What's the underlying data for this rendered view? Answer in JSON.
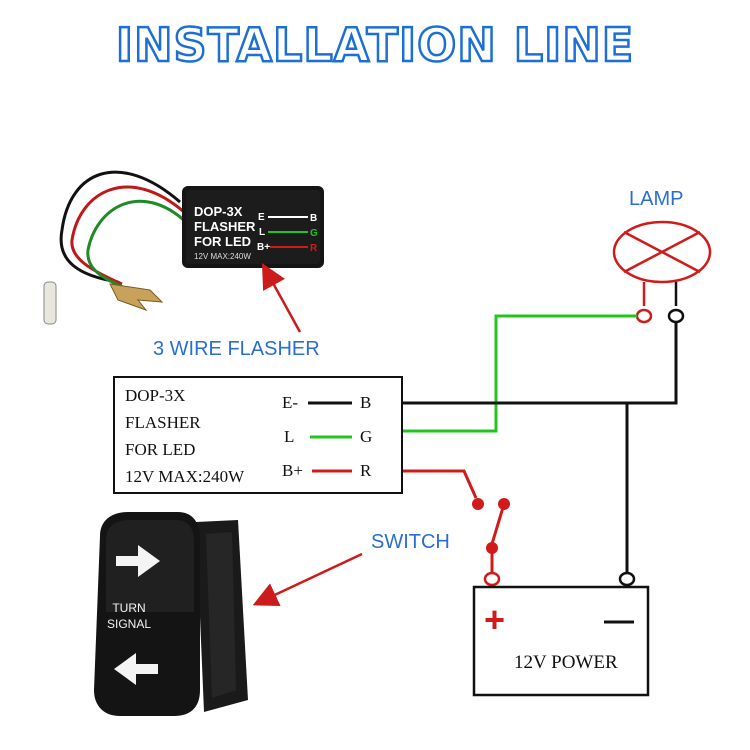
{
  "title": "INSTALLATION LINE",
  "labels": {
    "lamp": "LAMP",
    "flasher_photo": "3 WIRE FLASHER",
    "switch": "SWITCH",
    "power": "12V POWER",
    "plus": "+",
    "minus": "—"
  },
  "flasher_box": {
    "lines": [
      "DOP-3X",
      "FLASHER",
      "FOR LED",
      "12V MAX:240W"
    ],
    "pins": [
      {
        "left": "E-",
        "right": "B",
        "color": "#000000"
      },
      {
        "left": "L",
        "right": "G",
        "color": "#22c41e"
      },
      {
        "left": "B+",
        "right": "R",
        "color": "#d11a1a"
      }
    ]
  },
  "device": {
    "lines": [
      "DOP-3X",
      "FLASHER",
      "FOR LED",
      "12V MAX:240W"
    ],
    "pin_letters": [
      "E",
      "L",
      "B+"
    ],
    "wire_letters": [
      "B",
      "G",
      "R"
    ]
  },
  "rocker_switch": {
    "text_line1": "TURN",
    "text_line2": "SIGNAL"
  },
  "colors": {
    "title_blue": "#1d6fd6",
    "label_blue": "#2a6fd0",
    "arrow_red": "#cc1b1b",
    "wire_green": "#22c41e",
    "wire_red": "#d11a1a",
    "wire_black": "#000000"
  }
}
